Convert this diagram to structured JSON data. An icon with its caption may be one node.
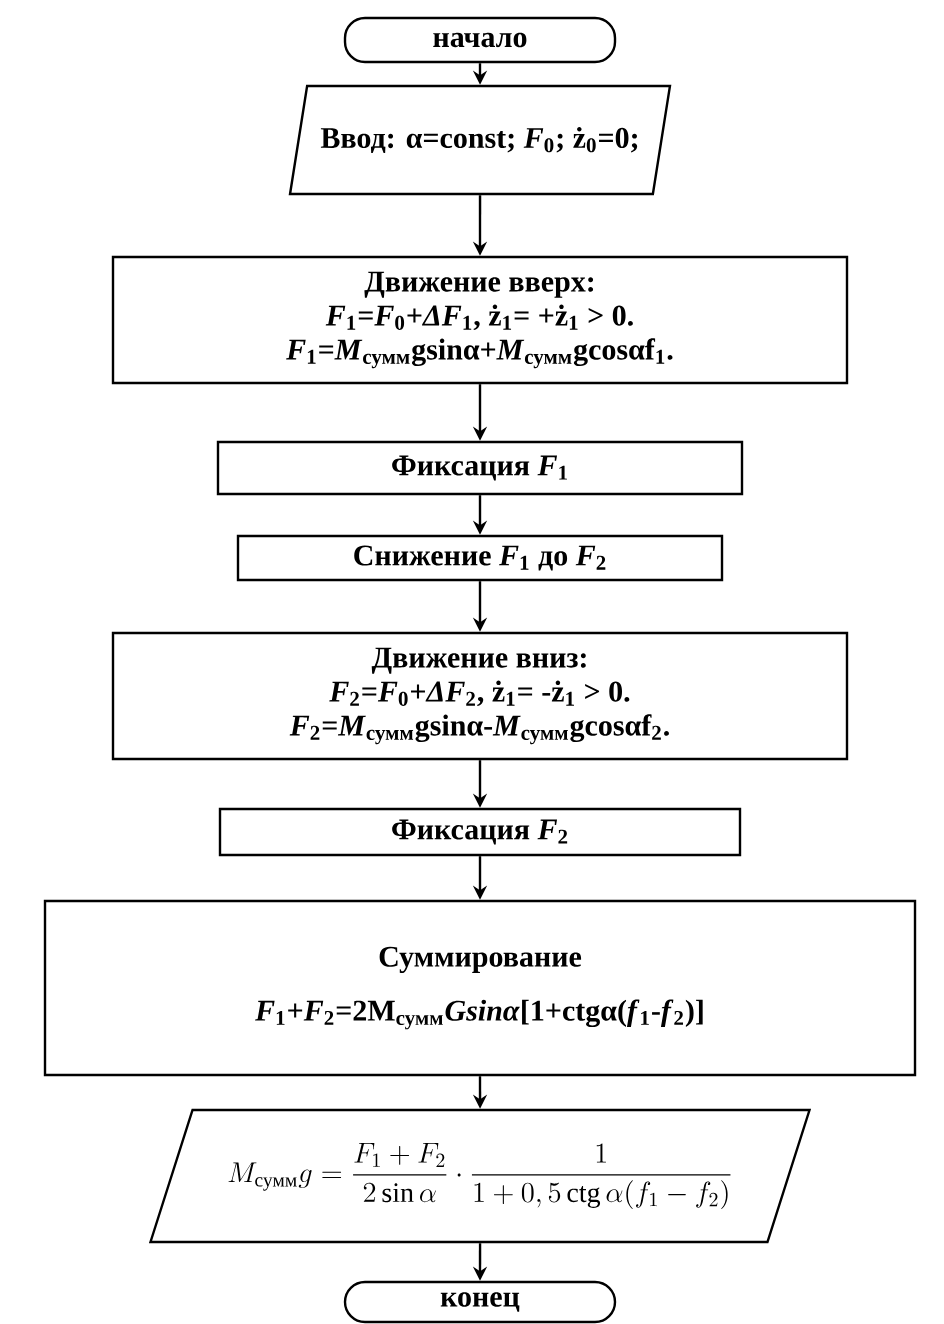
{
  "diagram": {
    "nodes": [
      {
        "text": [
          "начало"
        ]
      },
      {
        "text": [
          "Ввод: α=const; *F*$_{0}$; ż$_{0}$=0;"
        ]
      },
      {
        "text": [
          "Движение вверх:",
          "*F*$_{1}$=*F*$_{0}$+*ΔF*$_{1}$, ż$_{1}$= +ż$_{1}$ > 0.",
          "*F*$_{1}$=*M*$_{сумм}$gsinα+*M*$_{сумм}$gcosαf$_{1}$."
        ]
      },
      {
        "text": [
          "Фиксация *F*$_{1}$"
        ]
      },
      {
        "text": [
          "Снижение *F*$_{1}$ до *F*$_{2}$"
        ]
      },
      {
        "text": [
          "Движение вниз:",
          "*F*$_{2}$=*F*$_{0}$+*ΔF*$_{2}$, ż$_{1}$= -ż$_{1}$ > 0.",
          "*F*$_{2}$=*M*$_{сумм}$gsinα-*M*$_{сумм}$gcosαf$_{2}$."
        ]
      },
      {
        "text": [
          "Фиксация *F*$_{2}$"
        ]
      },
      {
        "text": [
          "Суммирование",
          "*F*$_{1}$+*F*$_{2}$=2M$_{сумм}$*Gsinα*[1+ctgα(*f*$_{1}$-*f*$_{2}$)]"
        ]
      },
      {
        "text": [
          "M_{\\text{сумм}}g=\\frac{F_1+F_2}{2\\sin\\alpha}\\cdot\\frac{1}{1+0,5\\,\\mathrm{ctg}\\,\\alpha(f_1-f_2)}"
        ]
      },
      {
        "text": [
          "конец"
        ]
      }
    ],
    "edges": [
      {
        "from": 0,
        "to": 1,
        "arrow": "to"
      },
      {
        "from": 1,
        "to": 2,
        "arrow": "to"
      },
      {
        "from": 2,
        "to": 3,
        "arrow": "to"
      },
      {
        "from": 3,
        "to": 4,
        "arrow": "to"
      },
      {
        "from": 4,
        "to": 5,
        "arrow": "to"
      },
      {
        "from": 5,
        "to": 6,
        "arrow": "to"
      },
      {
        "from": 6,
        "to": 7,
        "arrow": "to"
      },
      {
        "from": 7,
        "to": 8,
        "arrow": "to"
      },
      {
        "from": 8,
        "to": 9,
        "arrow": "to"
      }
    ]
  }
}
